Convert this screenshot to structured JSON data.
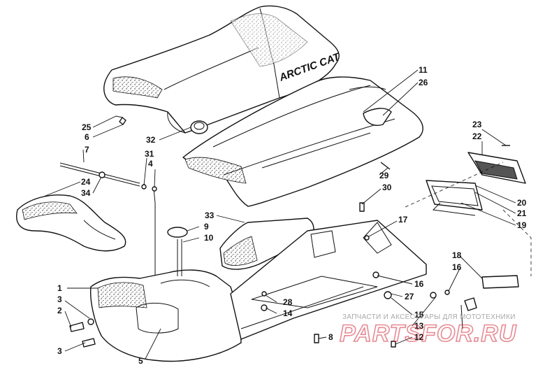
{
  "brand_label": "ARCTIC CAT",
  "watermark": {
    "caption": "ЗАПЧАСТИ И АКСЕССУАРЫ ДЛЯ МОТОТЕХНИКИ",
    "logo": "PARTSFOR.RU"
  },
  "callouts": [
    {
      "id": "11",
      "label": "11"
    },
    {
      "id": "26",
      "label": "26"
    },
    {
      "id": "25",
      "label": "25"
    },
    {
      "id": "6",
      "label": "6"
    },
    {
      "id": "32",
      "label": "32"
    },
    {
      "id": "7",
      "label": "7"
    },
    {
      "id": "31",
      "label": "31"
    },
    {
      "id": "4",
      "label": "4"
    },
    {
      "id": "24",
      "label": "24"
    },
    {
      "id": "34",
      "label": "34"
    },
    {
      "id": "23",
      "label": "23"
    },
    {
      "id": "22",
      "label": "22"
    },
    {
      "id": "29",
      "label": "29"
    },
    {
      "id": "30",
      "label": "30"
    },
    {
      "id": "20",
      "label": "20"
    },
    {
      "id": "21",
      "label": "21"
    },
    {
      "id": "19",
      "label": "19"
    },
    {
      "id": "33",
      "label": "33"
    },
    {
      "id": "9",
      "label": "9"
    },
    {
      "id": "10",
      "label": "10"
    },
    {
      "id": "17",
      "label": "17"
    },
    {
      "id": "18",
      "label": "18"
    },
    {
      "id": "16a",
      "label": "16"
    },
    {
      "id": "1",
      "label": "1"
    },
    {
      "id": "3a",
      "label": "3"
    },
    {
      "id": "2",
      "label": "2"
    },
    {
      "id": "3b",
      "label": "3"
    },
    {
      "id": "5",
      "label": "5"
    },
    {
      "id": "16b",
      "label": "16"
    },
    {
      "id": "27",
      "label": "27"
    },
    {
      "id": "28",
      "label": "28"
    },
    {
      "id": "14",
      "label": "14"
    },
    {
      "id": "15",
      "label": "15"
    },
    {
      "id": "13",
      "label": "13"
    },
    {
      "id": "12",
      "label": "12"
    },
    {
      "id": "8",
      "label": "8"
    }
  ]
}
